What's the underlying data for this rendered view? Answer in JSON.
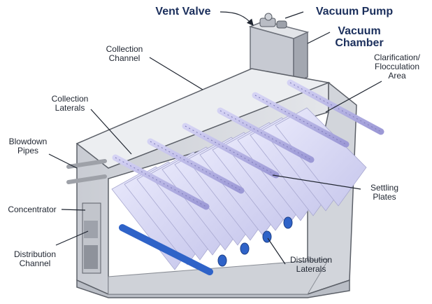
{
  "diagram": {
    "labels": {
      "vent_valve": "Vent Valve",
      "vacuum_pump": "Vacuum Pump",
      "vacuum_chamber": "Vacuum\nChamber",
      "collection_channel": "Collection\nChannel",
      "clarification_area": "Clarification/\nFlocculation\nArea",
      "collection_laterals": "Collection\nLaterals",
      "blowdown_pipes": "Blowdown\nPipes",
      "settling_plates": "Settling\nPlates",
      "concentrator": "Concentrator",
      "distribution_channel": "Distribution\nChannel",
      "distribution_laterals": "Distribution\nLaterals"
    },
    "colors": {
      "tank_wall": "#d7d9de",
      "tank_wall_dark": "#a9adb6",
      "plate_fill": "#d6d6f2",
      "plate_edge": "#a8a8d0",
      "lateral_pipe": "#b9b7e6",
      "distribution_pipe": "#2f63c8",
      "label_bold": "#1b2f5c",
      "label_text": "#1f2530"
    }
  }
}
